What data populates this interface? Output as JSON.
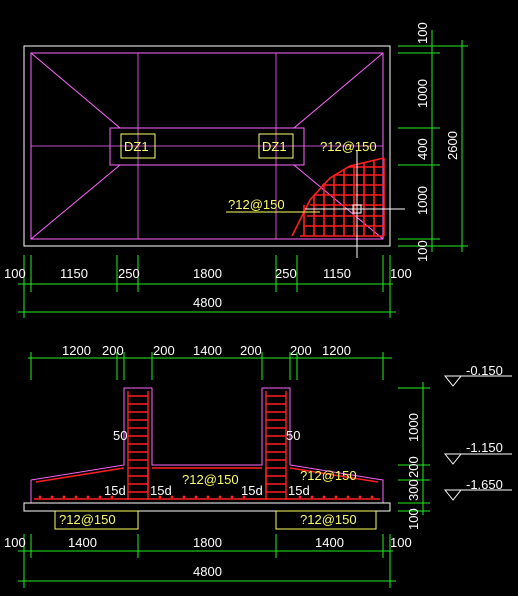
{
  "plan": {
    "col_labels": [
      "DZ1",
      "DZ1"
    ],
    "rebar_top": "?12@150",
    "rebar_left": "?12@150",
    "dims_bottom": [
      "100",
      "1150",
      "250",
      "1800",
      "250",
      "1150",
      "100"
    ],
    "total_bottom": "4800",
    "dims_right": [
      "100",
      "1000",
      "400",
      "1000",
      "100"
    ],
    "total_right": "2600"
  },
  "section": {
    "dims_top": [
      "1200",
      "200",
      "200",
      "1400",
      "200",
      "200",
      "1200"
    ],
    "elevations": [
      "-0.150",
      "-1.150",
      "-1.650"
    ],
    "dims_right": [
      "1000",
      "200",
      "300",
      "100"
    ],
    "anchor_labels": [
      "50",
      "50"
    ],
    "lap_labels": [
      "15d",
      "15d",
      "15d",
      "15d"
    ],
    "rebar_top": [
      "?12@150",
      "?12@150"
    ],
    "rebar_bottom": [
      "?12@150",
      "?12@150"
    ],
    "dims_bottom": [
      "100",
      "1400",
      "1800",
      "1400",
      "100"
    ],
    "total_bottom": "4800"
  },
  "colors": {
    "outline": "#ff66ff",
    "rebar": "#ff2020",
    "dimension": "#22ee22",
    "text": "#ffffff",
    "label": "#ffff66",
    "crosshair": "#ffffff"
  }
}
